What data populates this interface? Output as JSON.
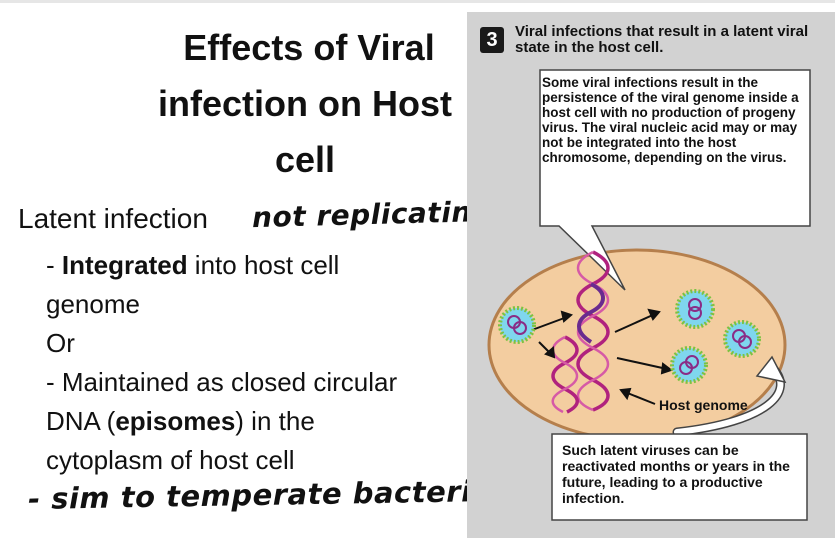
{
  "slide": {
    "title_lines": [
      "Effects of Viral",
      "infection on Host",
      "cell"
    ],
    "latent_label": "Latent infection",
    "handwritten_note_1": "not replicating",
    "integrated_dash": "- ",
    "integrated_bold": "Integrated",
    "integrated_rest": " into host cell",
    "line_genome": "genome",
    "line_or": "Or",
    "line_maintained": "- Maintained as closed circular",
    "dna_prefix": "DNA (",
    "episomes_bold": "episomes",
    "dna_suffix": ") in the",
    "line_cytoplasm": "cytoplasm of host cell",
    "handwritten_note_2": "- sim to temperate bacteria"
  },
  "figure": {
    "number": "3",
    "title": "Viral infections that result in a latent viral state in the host cell.",
    "callout_top": "Some viral infections result in the persistence of the viral genome inside a host cell with no production of progeny virus. The viral nucleic acid may or may not be integrated into the host chromosome, depending on the virus.",
    "host_genome_label": "Host genome",
    "callout_bottom": "Such latent viruses can be reactivated months or years in the future, leading to a productive infection.",
    "colors": {
      "panel_bg": "#d2d2d2",
      "cell_fill": "#f3cda0",
      "cell_edge": "#b57f4c",
      "dna_magenta": "#b0227e",
      "virus_fill": "#7fd6ee",
      "virus_spikes": "#7cc242",
      "virus_genome": "#8a2c86"
    }
  }
}
